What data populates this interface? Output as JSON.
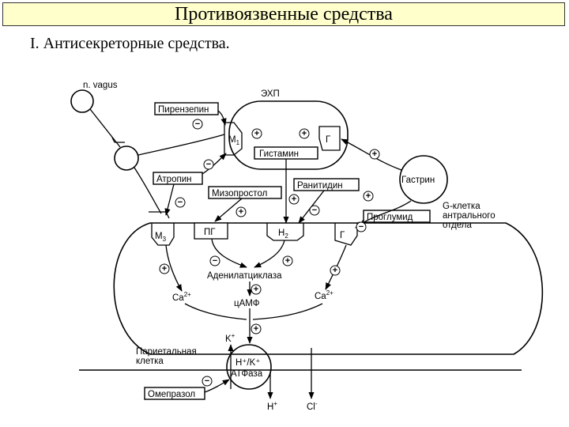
{
  "header": {
    "title": "Противоязвенные средства",
    "subtitle": "I. Антисекреторные средства."
  },
  "diagram": {
    "n_vagus": "n. vagus",
    "ecl": "ЭХП",
    "pirenzepine": "Пирензепин",
    "atropine": "Атропин",
    "misoprostol": "Мизопростол",
    "ranitidine": "Ранитидин",
    "proglumide": "Проглумид",
    "omeprazole": "Омепразол",
    "gastrin": "Гастрин",
    "g_cell_line1": "G-клетка",
    "g_cell_line2": "антрального",
    "g_cell_line3": "отдела",
    "m1": "M",
    "m1_sub": "1",
    "m3": "M",
    "m3_sub": "3",
    "g_receptor": "Г",
    "g_receptor2": "Г",
    "histamine": "Гистамин",
    "pg": "ПГ",
    "h2": "H",
    "h2_sub": "2",
    "adenylate_cyclase": "Аденилатциклаза",
    "ca_left": "Ca",
    "ca_right": "Ca",
    "ca_sup": "2+",
    "camp": "цАМФ",
    "k_plus": "K",
    "plus_sup": "+",
    "parietal_line1": "Париетальная",
    "parietal_line2": "клетка",
    "atpase_line1": "H⁺/K⁺",
    "atpase_line2": "АТФаза",
    "h_plus": "H",
    "cl_minus": "Cl",
    "minus_sup": "-",
    "plus": "+",
    "minus": "−"
  }
}
